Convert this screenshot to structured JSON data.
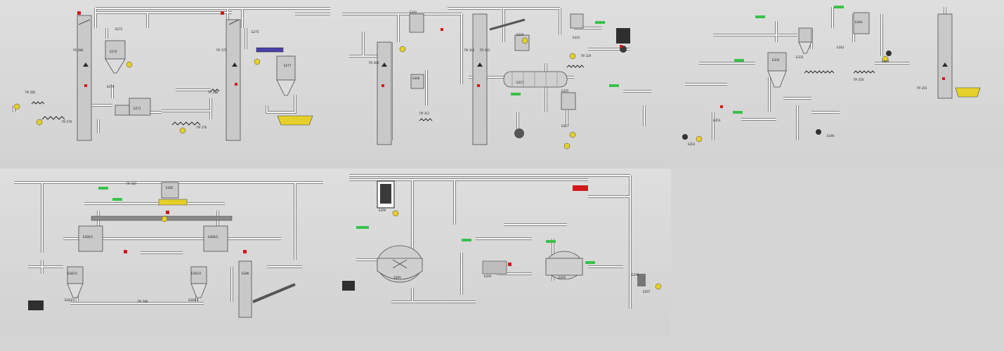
{
  "screen": {
    "panels": [
      {
        "id": "dryer-line-1",
        "tags": [
          "ПУ 286",
          "Б270",
          "К270",
          "Б273",
          "Б272",
          "ПУ 275",
          "Б275",
          "Б277",
          "ПУ 276",
          "ПУ 276",
          "ПУ 285",
          "ПУ 280"
        ]
      },
      {
        "id": "dryer-line-2",
        "tags": [
          "ПУ 300",
          "Б302",
          "Б306",
          "ПУ 310",
          "ПУ 311",
          "Б317",
          "Б319",
          "Б321",
          "Б325",
          "Б327",
          "ПУ 320",
          "ПУ 315"
        ]
      },
      {
        "id": "separation-line",
        "tags": [
          "Б333",
          "Б335",
          "Б340",
          "Б342",
          "Б344",
          "Б346",
          "ПУ 350",
          "Б352",
          "Б353",
          "ПУ 355"
        ]
      },
      {
        "id": "grinding-line",
        "tags": [
          "Б280/1",
          "Б280/2",
          "Б281/1",
          "Б281/2",
          "Б283/1",
          "Б283/2",
          "Б285",
          "ПУ 287",
          "ПУ 288",
          "Б286"
        ]
      },
      {
        "id": "reactor-line",
        "tags": [
          "Б290",
          "Р291",
          "Б292",
          "Б293",
          "Б295",
          "Б297"
        ]
      }
    ]
  },
  "colors": {
    "pipe": "#f4f4f4",
    "pipe_edge": "#6d6d6d",
    "equip": "#c9c9c9",
    "dark": "#3a3a3a",
    "green": "#39c24a",
    "red": "#d21a1a",
    "yellow": "#e6cf2a",
    "purple": "#4b3fa8",
    "blue": "#3d8fd6"
  }
}
